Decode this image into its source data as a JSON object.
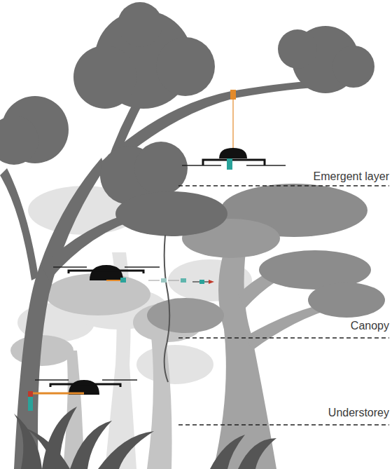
{
  "diagram": {
    "labels": [
      "Emergent layer",
      "Canopy",
      "Understorey"
    ]
  }
}
